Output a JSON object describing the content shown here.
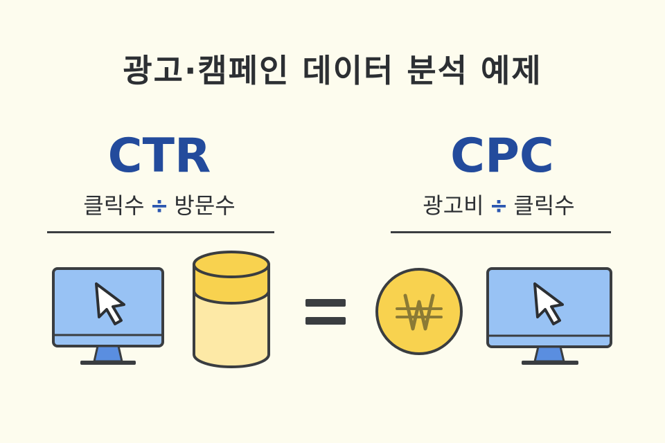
{
  "title": "광고·캠페인 데이터 분석 예제",
  "ctr": {
    "name": "CTR",
    "numerator": "클릭수",
    "operator": "÷",
    "denominator": "방문수"
  },
  "cpc": {
    "name": "CPC",
    "numerator": "광고비",
    "operator": "÷",
    "denominator": "클릭수"
  },
  "icons": [
    "monitor-cursor-icon",
    "database-cylinder-icon",
    "equals-icon",
    "won-coin-icon",
    "monitor-cursor-icon"
  ],
  "colors": {
    "background": "#fdfcee",
    "metric_text": "#234b9c",
    "screen_blue": "#98c2f4",
    "stand_blue": "#5a8ee0",
    "gold": "#f8d24f",
    "pale_gold": "#fde9a6",
    "outline": "#3a3d40"
  }
}
